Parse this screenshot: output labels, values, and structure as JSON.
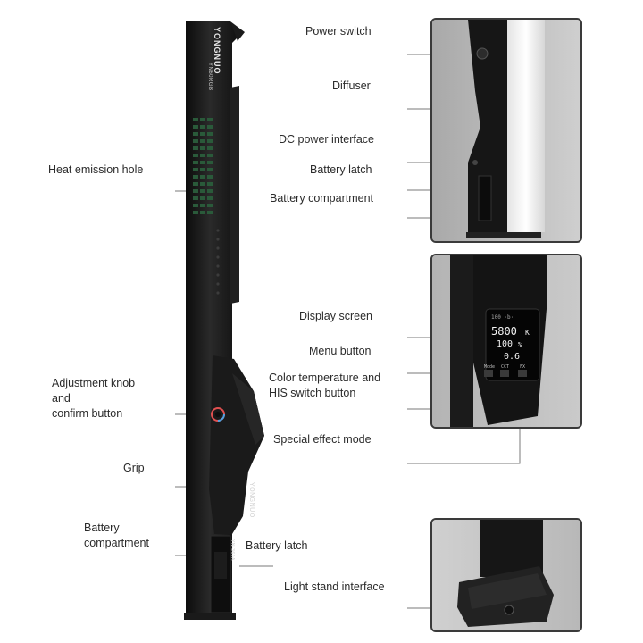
{
  "product": {
    "brand": "YONGNUO",
    "model": "YN60RGB",
    "grip_brand": "YONGNUO",
    "battery_label": "YN-360A"
  },
  "labels_left": {
    "heat_emission_hole": "Heat emission hole",
    "adjustment_knob": "Adjustment knob\nand\nconfirm button",
    "grip": "Grip",
    "battery_compartment": "Battery\ncompartment",
    "battery_latch": "Battery latch"
  },
  "labels_right_top": {
    "power_switch": "Power switch",
    "diffuser": "Diffuser",
    "dc_power_interface": "DC power interface",
    "battery_latch": "Battery latch",
    "battery_compartment": "Battery compartment"
  },
  "labels_right_middle": {
    "display_screen": "Display screen",
    "menu_button": "Menu button",
    "color_temp_button": "Color temperature and\nHIS switch button",
    "special_effect_mode": "Special effect mode"
  },
  "labels_right_bottom": {
    "light_stand_interface": "Light stand interface"
  },
  "display": {
    "color_temp": "5800",
    "color_temp_unit": "K",
    "brightness": "100",
    "brightness_unit": "%",
    "value": "0.6",
    "status_text": "100 ·b·",
    "btn_menu": "Mode",
    "btn_ct": "CCT",
    "btn_fx": "FX"
  }
}
